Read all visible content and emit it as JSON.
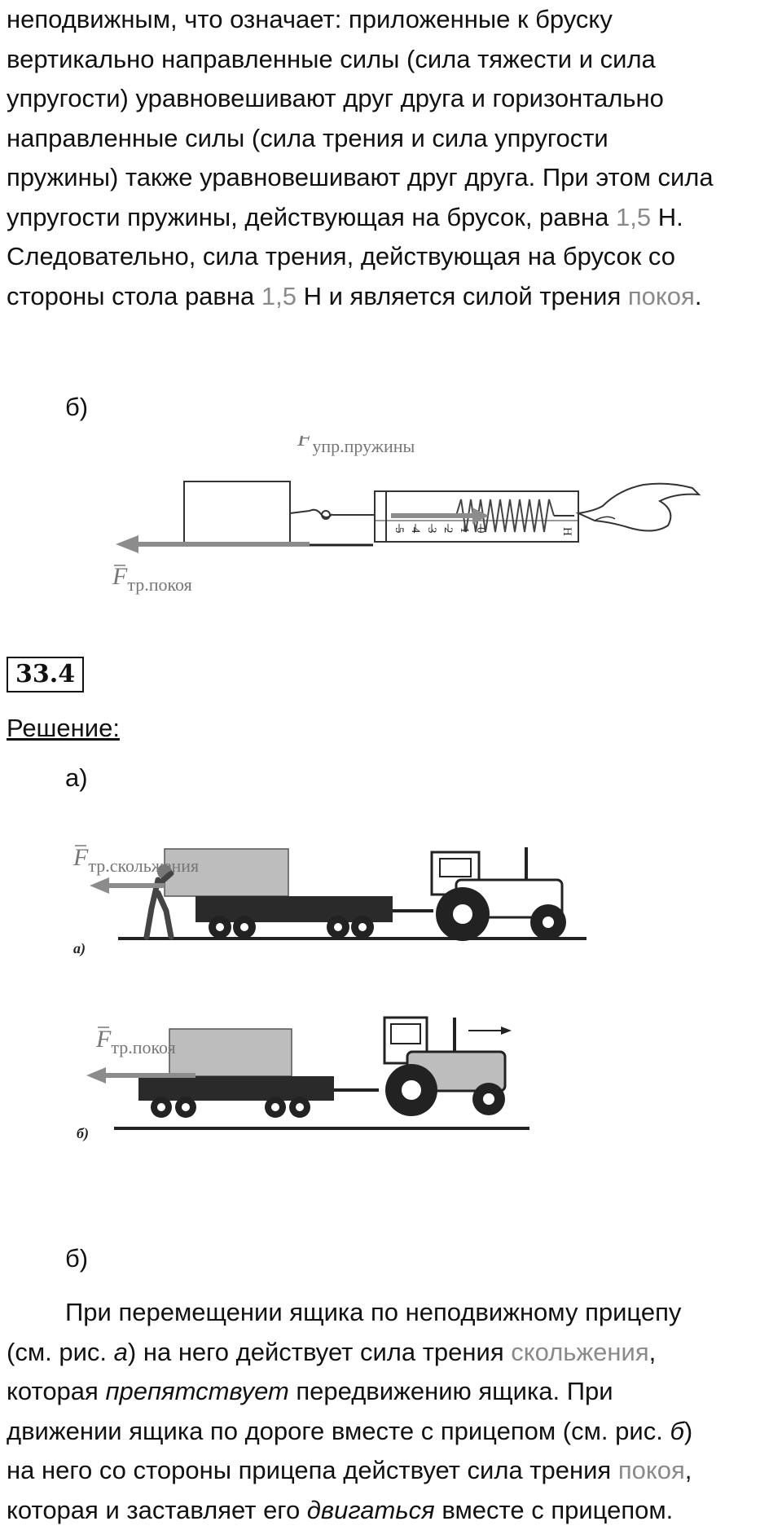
{
  "para1": {
    "l1": "неподвижным, что означает: приложенные к бруску",
    "l2": "вертикально направленные силы (сила тяжести и сила",
    "l3": "упругости) уравновешивают друг друга и горизонтально",
    "l4": "направленные силы (сила трения и сила упругости",
    "l5": "пружины) также уравновешивают друг друга. При этом сила",
    "l6a": "упругости пружины, действующая на брусок, равна ",
    "l6b": "1,5",
    "l6c": " Н.",
    "l7": "Следовательно, сила трения, действующая на брусок со",
    "l8a": "стороны стола равна ",
    "l8b": "1,5",
    "l8c": " Н и является силой трения ",
    "l8d": "покоя",
    "l8e": "."
  },
  "label_b1": "б)",
  "fig1": {
    "force_spring_F": "F",
    "force_spring_sub": "упр.пружины",
    "force_friction_F": "F",
    "force_friction_sub": "тр.покоя",
    "scale_left": [
      "5",
      "4",
      "3",
      "2",
      "1"
    ],
    "scale_zero": "0",
    "scale_unit": "Н"
  },
  "problem_number": "33.4",
  "solution_label": "Решение:",
  "label_a": "а)",
  "fig2": {
    "force_F": "F",
    "force_sub": "тр.скольжения",
    "caption": "а)"
  },
  "fig3": {
    "force_F": "F",
    "force_sub": "тр.покоя",
    "caption": "б)"
  },
  "label_b2": "б)",
  "para2": {
    "l1": "При перемещении ящика по неподвижному прицепу",
    "l2a": "(см. рис. ",
    "l2b": "а",
    "l2c": ") на него действует сила трения ",
    "l2d": "скольжения",
    "l2e": ",",
    "l3a": "которая ",
    "l3b": "препятствует",
    "l3c": " передвижению ящика. При",
    "l4a": "движении ящика по дороге вместе с прицепом (см. рис. ",
    "l4b": "б",
    "l4c": ")",
    "l5a": "на него со стороны прицепа действует сила трения ",
    "l5b": "покоя",
    "l5c": ",",
    "l6a": "которая и заставляет его ",
    "l6b": "двигаться",
    "l6c": " вместе с прицепом."
  },
  "colors": {
    "highlight": "#8a8a8a",
    "arrow": "#888888"
  }
}
